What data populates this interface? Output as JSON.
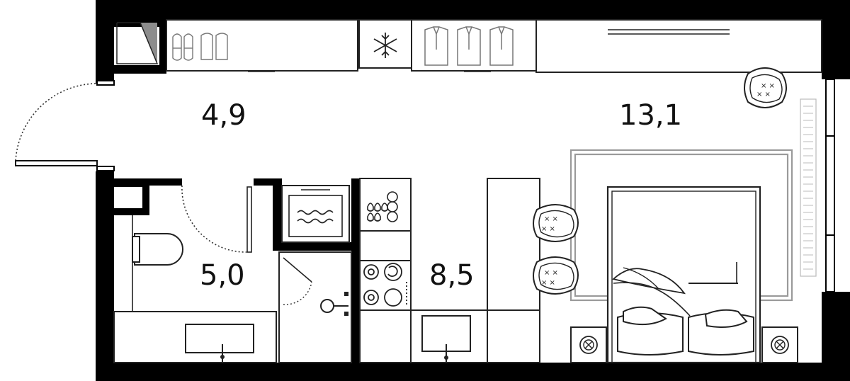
{
  "plan": {
    "colors": {
      "wall": "#000000",
      "line": "#222222",
      "rug": "#9a9a9a",
      "background": "#ffffff"
    },
    "rooms": [
      {
        "id": "hall",
        "label": "4,9"
      },
      {
        "id": "bathroom",
        "label": "5,0"
      },
      {
        "id": "kitchen",
        "label": "8,5"
      },
      {
        "id": "living",
        "label": "13,1"
      }
    ],
    "icons": [
      "snowflake-icon",
      "shoes-icon",
      "shirt-icon",
      "toilet-icon",
      "sink-icon",
      "shower-icon",
      "washing-machine-icon",
      "dishwasher-icon",
      "hob-icon",
      "chair-icon",
      "bed-icon",
      "pillow-icon",
      "lamp-icon",
      "radiator-icon"
    ]
  }
}
